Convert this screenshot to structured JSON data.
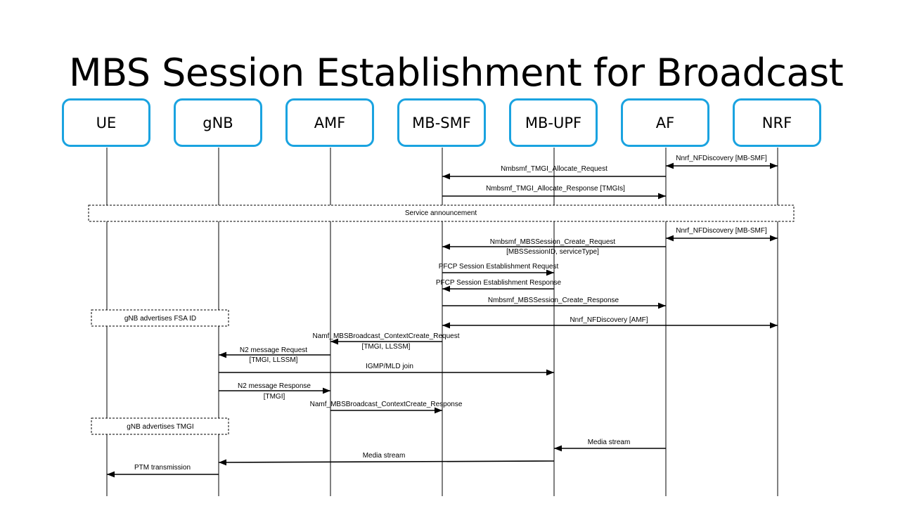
{
  "slide_title": "MBS Session Establishment for Broadcast",
  "entities": [
    "UE",
    "gNB",
    "AMF",
    "MB-SMF",
    "MB-UPF",
    "AF",
    "NRF"
  ],
  "messages": [
    {
      "from": "AF",
      "to": "NRF",
      "label": "Nnrf_NFDiscovery [MB-SMF]",
      "bidirectional": true
    },
    {
      "from": "AF",
      "to": "MB-SMF",
      "label": "Nmbsmf_TMGI_Allocate_Request"
    },
    {
      "from": "MB-SMF",
      "to": "AF",
      "label": "Nmbsmf_TMGI_Allocate_Response [TMGIs]"
    },
    {
      "from": "AF",
      "to": "NRF",
      "label": "Nnrf_NFDiscovery [MB-SMF]",
      "bidirectional": true
    },
    {
      "from": "AF",
      "to": "MB-SMF",
      "label": "Nmbsmf_MBSSession_Create_Request",
      "label2": "[MBSSessionID, serviceType]"
    },
    {
      "from": "MB-SMF",
      "to": "MB-UPF",
      "label": "PFCP Session Establishment Request"
    },
    {
      "from": "MB-UPF",
      "to": "MB-SMF",
      "label": "PFCP Session Establishment Response"
    },
    {
      "from": "MB-SMF",
      "to": "AF",
      "label": "Nmbsmf_MBSSession_Create_Response"
    },
    {
      "from": "MB-SMF",
      "to": "NRF",
      "label": "Nnrf_NFDiscovery [AMF]",
      "bidirectional": true
    },
    {
      "from": "MB-SMF",
      "to": "AMF",
      "label": "Namf_MBSBroadcast_ContextCreate_Request",
      "label2": "[TMGI, LLSSM]"
    },
    {
      "from": "AMF",
      "to": "gNB",
      "label": "N2 message Request",
      "label2": "[TMGI, LLSSM]"
    },
    {
      "from": "gNB",
      "to": "MB-UPF",
      "label": "IGMP/MLD join"
    },
    {
      "from": "gNB",
      "to": "AMF",
      "label": "N2 message Response",
      "label2": "[TMGI]"
    },
    {
      "from": "AMF",
      "to": "MB-SMF",
      "label": "Namf_MBSBroadcast_ContextCreate_Response"
    },
    {
      "from": "AF",
      "to": "MB-UPF",
      "label": "Media stream"
    },
    {
      "from": "MB-UPF",
      "to": "gNB",
      "label": "Media stream"
    },
    {
      "from": "gNB",
      "to": "UE",
      "label": "PTM transmission"
    }
  ],
  "notes": [
    "Service announcement",
    "gNB advertises FSA ID",
    "gNB advertises TMGI"
  ]
}
